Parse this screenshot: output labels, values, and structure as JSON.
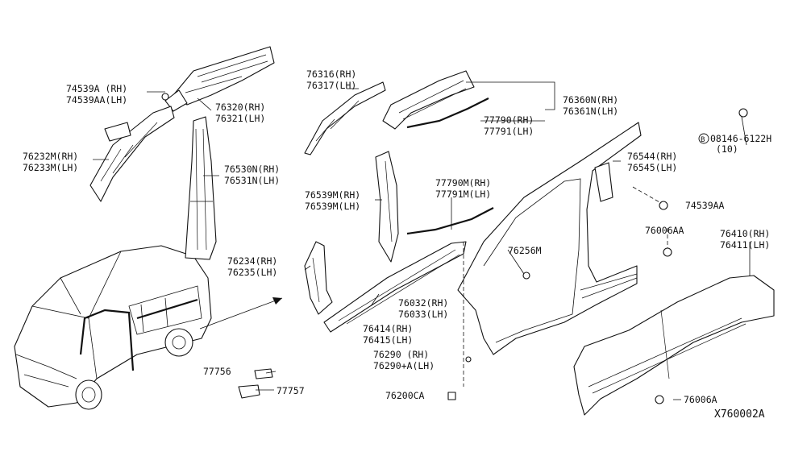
{
  "diagram_code": "X760002A",
  "labels": {
    "l74539a": "74539A  (RH)",
    "l74539aa_lh": "74539AA(LH)",
    "l76320": "76320(RH)",
    "l76321": "76321(LH)",
    "l76232m": "76232M(RH)",
    "l76233m": "76233M(LH)",
    "l76530n": "76530N(RH)",
    "l76531n": "76531N(LH)",
    "l76316": "76316(RH)",
    "l76317": "76317(LH)",
    "l76360n": "76360N(RH)",
    "l76361n": "76361N(LH)",
    "l77790": "77790(RH)",
    "l77791": "77791(LH)",
    "l08146": "08146-6122H",
    "l08146_qty": "(10)",
    "l08146_b": "B",
    "l76539m_rh": "76539M(RH)",
    "l76539m_lh": "76539M(LH)",
    "l77790m": "77790M(RH)",
    "l77791m": "77791M(LH)",
    "l76544": "76544(RH)",
    "l76545": "76545(LH)",
    "l74539aa": "74539AA",
    "l76006aa": "76006AA",
    "l76410": "76410(RH)",
    "l76411": "76411(LH)",
    "l76234": "76234(RH)",
    "l76235": "76235(LH)",
    "l76256m": "76256M",
    "l76032": "76032(RH)",
    "l76033": "76033(LH)",
    "l76414": "76414(RH)",
    "l76415": "76415(LH)",
    "l76290": "76290  (RH)",
    "l76290a": "76290+A(LH)",
    "l76200ca": "76200CA",
    "l77756": "77756",
    "l77757": "77757",
    "l76006a": "76006A"
  }
}
